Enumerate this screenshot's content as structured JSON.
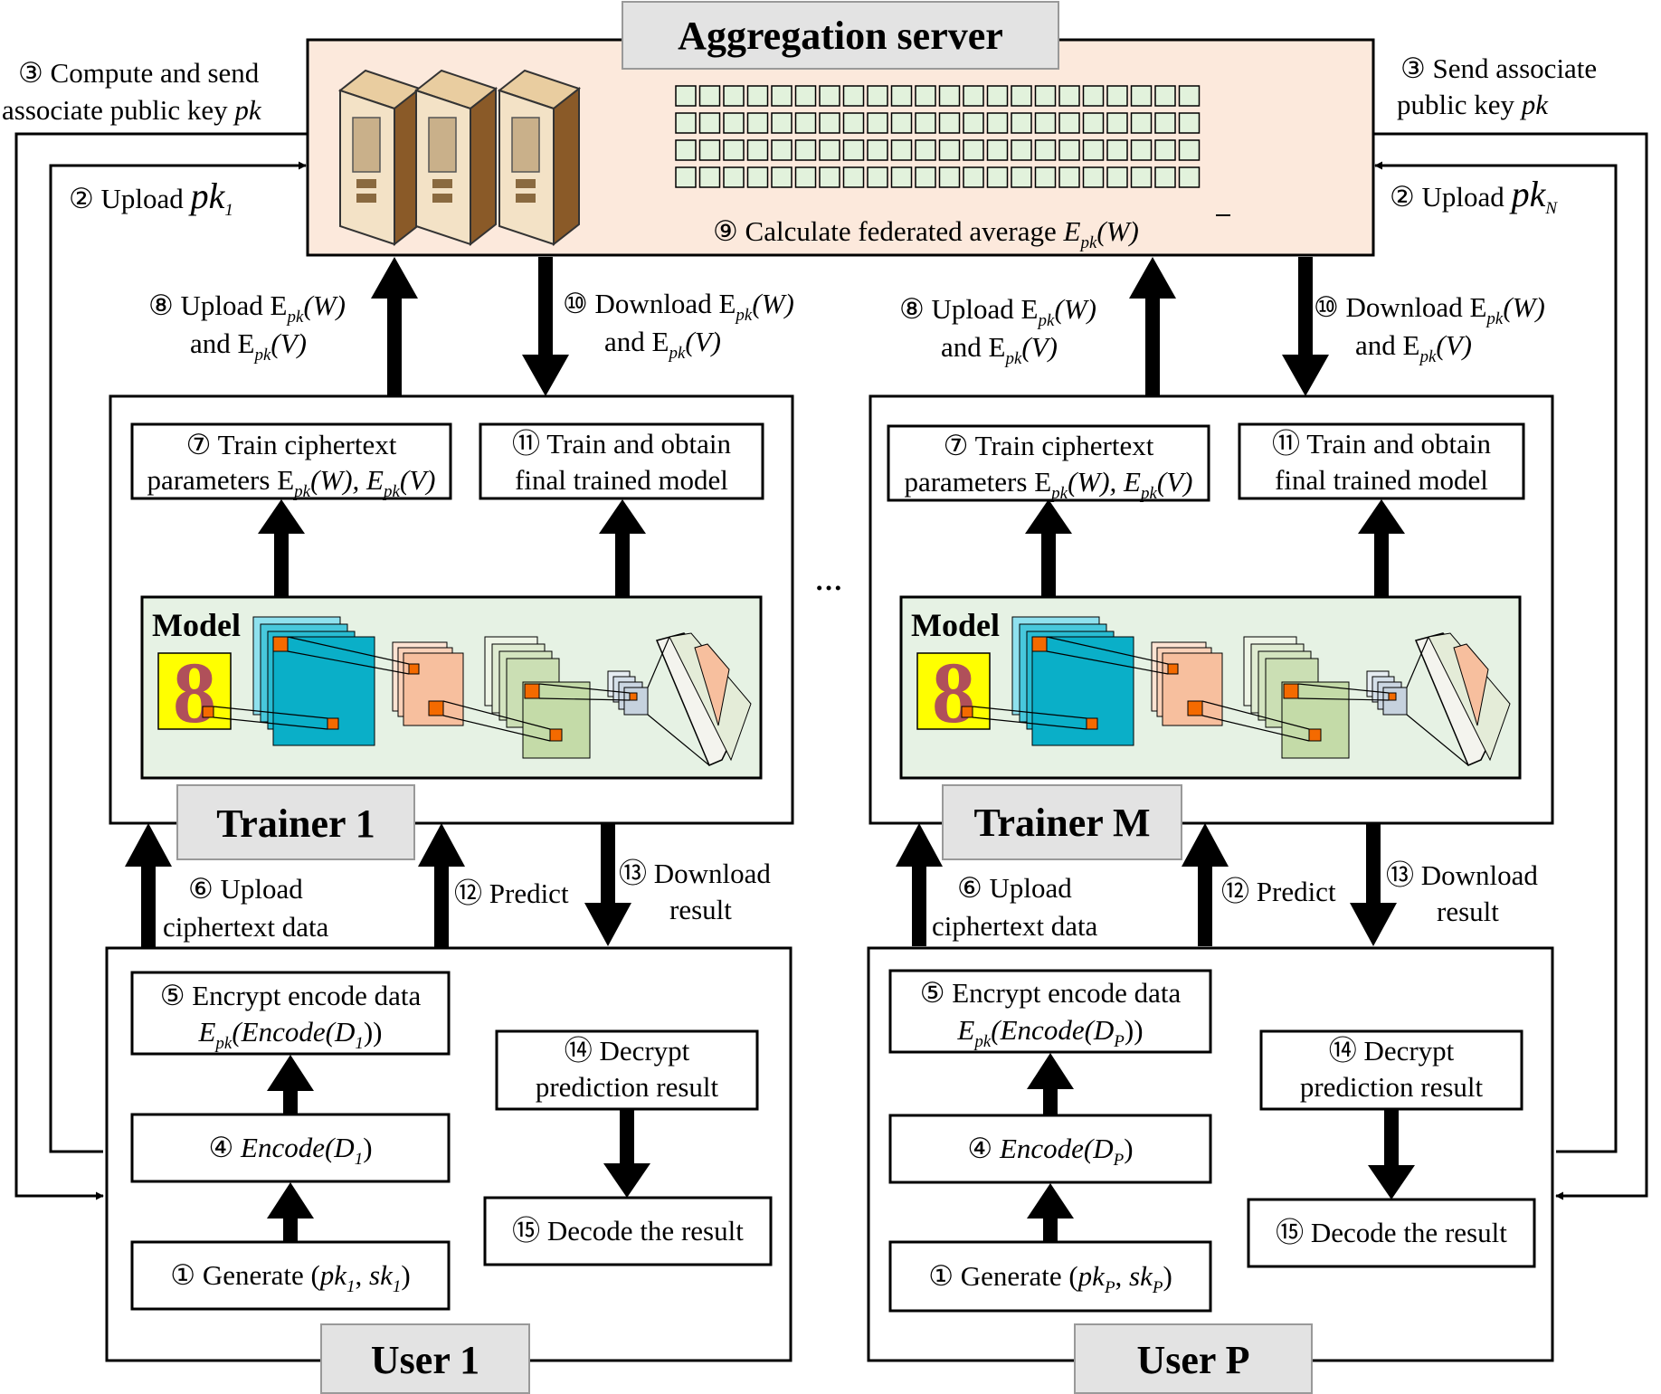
{
  "server": {
    "title": "Aggregation server",
    "calc_prefix": "⑨ Calculate federated average ",
    "calc_math": "E",
    "calc_math_sub": "pk",
    "calc_math_arg": "(W)"
  },
  "left_top_labels": {
    "compute_line1": "③ Compute and send",
    "compute_line2": "associate public key ",
    "compute_pk": "pk",
    "upload_pk_prefix": "② Upload ",
    "upload_pk": "pk",
    "upload_pk_sub": "1"
  },
  "right_top_labels": {
    "send_line1": "③ Send associate",
    "send_line2": "public key ",
    "send_pk": "pk",
    "upload_pk_prefix": "② Upload ",
    "upload_pk": "pk",
    "upload_pk_sub": "N"
  },
  "ellipsis": "···",
  "trainers": [
    {
      "name": "Trainer 1",
      "upload_l1": "⑧ Upload E",
      "upload_l1_sub": "pk",
      "upload_l1_arg": "(W)",
      "upload_l2": "and E",
      "upload_l2_sub": "pk",
      "upload_l2_arg": "(V)",
      "download_l1": "⑩ Download E",
      "download_l1_sub": "pk",
      "download_l1_arg": "(W)",
      "download_l2": "and E",
      "download_l2_sub": "pk",
      "download_l2_arg": "(V)",
      "train_box_l1": "⑦ Train ciphertext",
      "train_box_l2": "parameters E",
      "train_box_sub1": "pk",
      "train_box_mid": "(W), E",
      "train_box_sub2": "pk",
      "train_box_end": "(V)",
      "final_box_l1": "⑪ Train and obtain",
      "final_box_l2": "final trained model",
      "model_label": "Model",
      "digit": "8"
    },
    {
      "name": "Trainer M",
      "upload_l1": "⑧ Upload E",
      "upload_l1_sub": "pk",
      "upload_l1_arg": "(W)",
      "upload_l2": "and E",
      "upload_l2_sub": "pk",
      "upload_l2_arg": "(V)",
      "download_l1": "⑩ Download E",
      "download_l1_sub": "pk",
      "download_l1_arg": "(W)",
      "download_l2": "and E",
      "download_l2_sub": "pk",
      "download_l2_arg": "(V)",
      "train_box_l1": "⑦ Train ciphertext",
      "train_box_l2": "parameters E",
      "train_box_sub1": "pk",
      "train_box_mid": "(W), E",
      "train_box_sub2": "pk",
      "train_box_end": "(V)",
      "final_box_l1": "⑪ Train and obtain",
      "final_box_l2": "final trained model",
      "model_label": "Model",
      "digit": "8"
    }
  ],
  "mid_labels": [
    {
      "upload_l1": "⑥ Upload",
      "upload_l2": "ciphertext data",
      "predict": "⑫ Predict",
      "download_l1": "⑬ Download",
      "download_l2": "result"
    },
    {
      "upload_l1": "⑥ Upload",
      "upload_l2": "ciphertext data",
      "predict": "⑫ Predict",
      "download_l1": "⑬ Download",
      "download_l2": "result"
    }
  ],
  "users": [
    {
      "name": "User 1",
      "encrypt_l1": "⑤ Encrypt encode data",
      "encrypt_l2": "E",
      "encrypt_sub": "pk",
      "encrypt_arg": "(Encode(D",
      "encrypt_arg_sub": "1",
      "encrypt_end": "))",
      "encode_prefix": "④ ",
      "encode": "Encode(D",
      "encode_sub": "1",
      "encode_end": ")",
      "generate_prefix": "① Generate  (",
      "gen_pk": "pk",
      "gen_pk_sub": "1",
      "gen_sep": ", ",
      "gen_sk": "sk",
      "gen_sk_sub": "1",
      "gen_end": ")",
      "decrypt_l1": "⑭ Decrypt",
      "decrypt_l2": "prediction result",
      "decode": "⑮ Decode the result"
    },
    {
      "name": "User P",
      "encrypt_l1": "⑤ Encrypt encode data",
      "encrypt_l2": "E",
      "encrypt_sub": "pk",
      "encrypt_arg": "(Encode(D",
      "encrypt_arg_sub": "P",
      "encrypt_end": "))",
      "encode_prefix": "④ ",
      "encode": "Encode(D",
      "encode_sub": "P",
      "encode_end": ")",
      "generate_prefix": "① Generate  (",
      "gen_pk": "pk",
      "gen_pk_sub": "P",
      "gen_sep": ", ",
      "gen_sk": "sk",
      "gen_sk_sub": "P",
      "gen_end": ")",
      "decrypt_l1": "⑭ Decrypt",
      "decrypt_l2": "prediction result",
      "decode": "⑮ Decode the result"
    }
  ],
  "colors": {
    "server_bg": "#fce9dc",
    "model_bg": "#e6f2e4",
    "grid_cell": "#e2f2dc",
    "label_box": "#e3e3e3",
    "digit_bg": "#ffff00",
    "cyan": "#0aafc8",
    "peach": "#f7bf9e",
    "green_layer": "#c4dba8",
    "orange": "#f46a00"
  }
}
